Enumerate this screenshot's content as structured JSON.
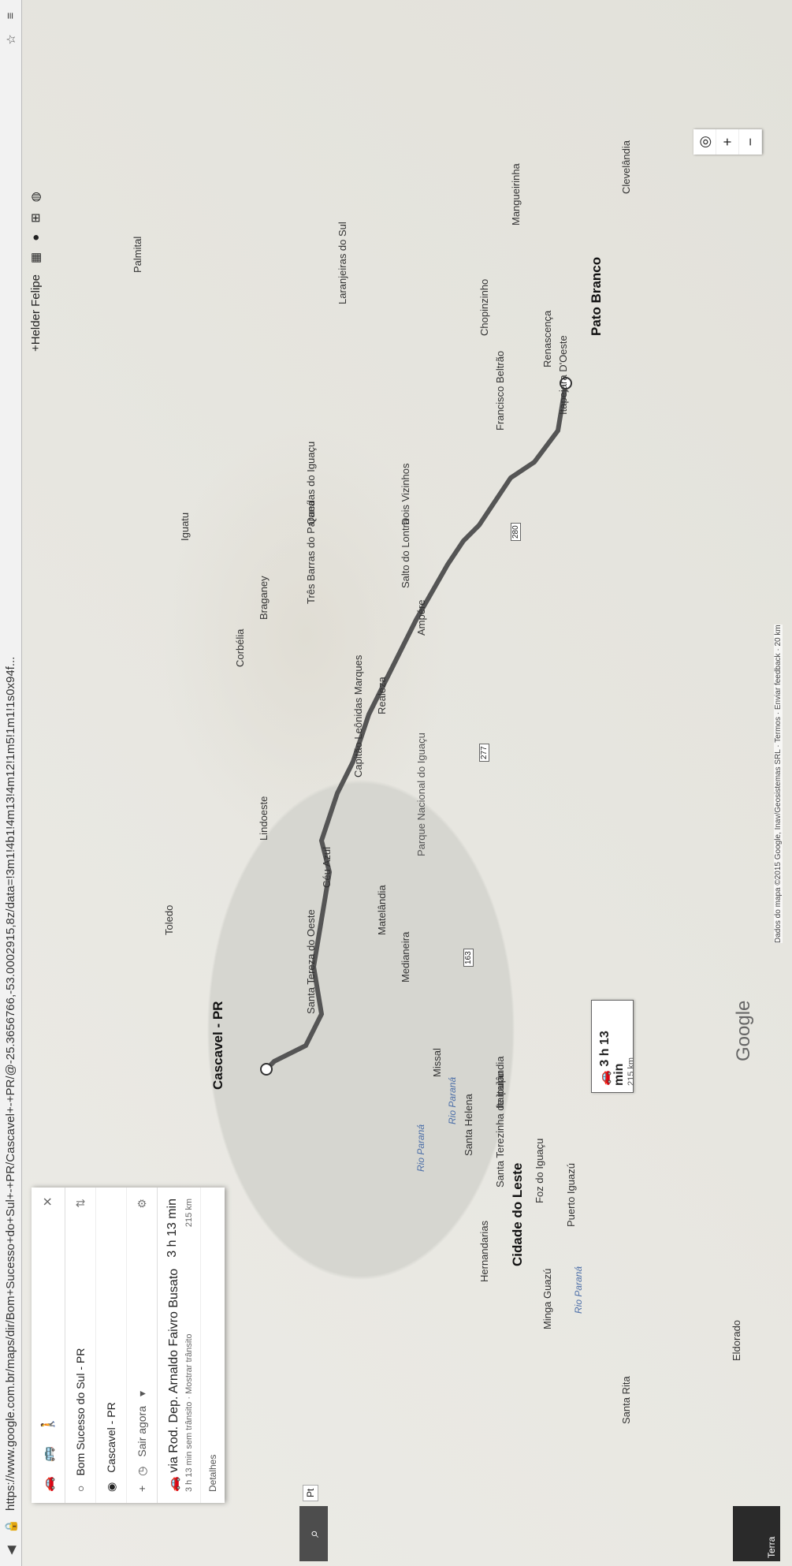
{
  "browser": {
    "url": "https://www.google.com.br/maps/dir/Bom+Sucesso+do+Sul+-+PR/Cascavel+-+PR/@-25.3656766,-53.0002915,8z/data=!3m1!4b1!4m13!4m12!1m5!1m1!1s0x94f..."
  },
  "panel": {
    "modes": [
      "car",
      "transit",
      "walk"
    ],
    "origin": "Bom Sucesso do Sul - PR",
    "destination": "Cascavel - PR",
    "depart": "Sair agora",
    "route": {
      "via": "via Rod. Dep. Arnaldo Faivro Busato",
      "duration": "3 h 13 min",
      "traffic": "3 h 13 min sem trânsito · Mostrar trânsito",
      "distance": "215 km"
    },
    "details": "Detalhes"
  },
  "search_label": "Pt",
  "user": "+Helder Felipe",
  "routebox": {
    "duration": "3 h 13 min",
    "distance": "215 km"
  },
  "map": {
    "cities": [
      {
        "name": "Cascavel - PR",
        "big": true
      },
      {
        "name": "Toledo"
      },
      {
        "name": "Corbélia"
      },
      {
        "name": "Braganey"
      },
      {
        "name": "Iguatu"
      },
      {
        "name": "Cidade do Leste",
        "big": true
      },
      {
        "name": "Hernandarias"
      },
      {
        "name": "Puerto Iguazú"
      },
      {
        "name": "Santa Helena"
      },
      {
        "name": "Missal"
      },
      {
        "name": "Itaipulândia"
      },
      {
        "name": "Medianeira"
      },
      {
        "name": "Matelândia"
      },
      {
        "name": "Céu Azul"
      },
      {
        "name": "Santa Tereza do Oeste"
      },
      {
        "name": "Lindoeste"
      },
      {
        "name": "Capitão Leônidas Marques"
      },
      {
        "name": "Realeza"
      },
      {
        "name": "Ampére"
      },
      {
        "name": "Salto do Lontra"
      },
      {
        "name": "Dois Vizinhos"
      },
      {
        "name": "Quedas do Iguaçu"
      },
      {
        "name": "Três Barras do Paraná"
      },
      {
        "name": "Pato Branco",
        "big": true
      },
      {
        "name": "Clevelândia"
      },
      {
        "name": "Palmital"
      },
      {
        "name": "Laranjeiras do Sul"
      },
      {
        "name": "Chopinzinho"
      },
      {
        "name": "Francisco Beltrão"
      },
      {
        "name": "Itapejara D'Oeste"
      },
      {
        "name": "Renascença"
      },
      {
        "name": "Mangueirinha"
      },
      {
        "name": "Foz do Iguaçu"
      },
      {
        "name": "Eldorado"
      },
      {
        "name": "Santa Rita"
      },
      {
        "name": "Minga Guazú"
      },
      {
        "name": "Santa Terezinha de Itaipu"
      }
    ],
    "rivers": [
      "Rio Paraná",
      "Rio Paraná",
      "Rio Paraná"
    ],
    "park": "Parque Nacional do Iguaçu"
  },
  "controls": {
    "terra": "Terra",
    "zoom_in": "+",
    "zoom_out": "−"
  },
  "logo": "Google",
  "attribution": "Dados do mapa ©2015 Google, Inav/Geosistemas SRL · Termos · Enviar feedback · 20 km"
}
